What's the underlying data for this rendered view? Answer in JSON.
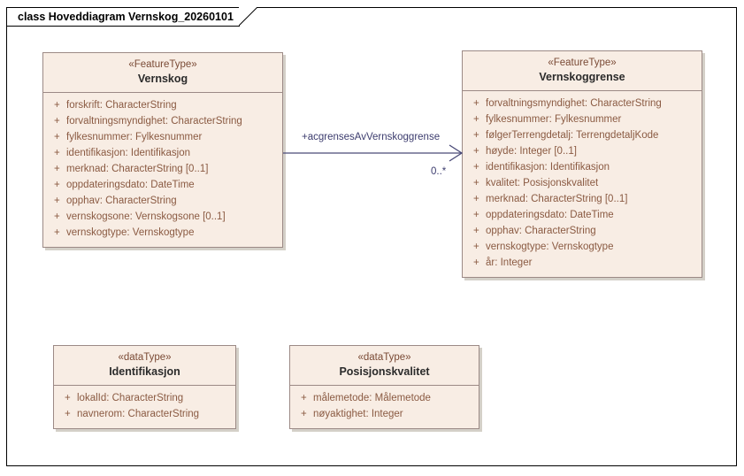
{
  "diagram": {
    "title": "class Hoveddiagram Vernskog_20260101",
    "colors": {
      "class_fill": "#f8ede4",
      "class_border": "#9c8a86",
      "stereotype_text": "#7a4a35",
      "attribute_text": "#8a5a42",
      "connector": "#4a4a78"
    }
  },
  "classes": [
    {
      "id": "vernskog",
      "stereotype": "«FeatureType»",
      "name": "Vernskog",
      "attributes": [
        {
          "visibility": "+",
          "text": "forskrift: CharacterString"
        },
        {
          "visibility": "+",
          "text": "forvaltningsmyndighet: CharacterString"
        },
        {
          "visibility": "+",
          "text": "fylkesnummer: Fylkesnummer"
        },
        {
          "visibility": "+",
          "text": "identifikasjon: Identifikasjon"
        },
        {
          "visibility": "+",
          "text": "merknad: CharacterString [0..1]"
        },
        {
          "visibility": "+",
          "text": "oppdateringsdato: DateTime"
        },
        {
          "visibility": "+",
          "text": "opphav: CharacterString"
        },
        {
          "visibility": "+",
          "text": "vernskogsone: Vernskogsone [0..1]"
        },
        {
          "visibility": "+",
          "text": "vernskogtype: Vernskogtype"
        }
      ]
    },
    {
      "id": "vernskoggrense",
      "stereotype": "«FeatureType»",
      "name": "Vernskoggrense",
      "attributes": [
        {
          "visibility": "+",
          "text": "forvaltningsmyndighet: CharacterString"
        },
        {
          "visibility": "+",
          "text": "fylkesnummer: Fylkesnummer"
        },
        {
          "visibility": "+",
          "text": "følgerTerrengdetalj: TerrengdetaljKode"
        },
        {
          "visibility": "+",
          "text": "høyde: Integer [0..1]"
        },
        {
          "visibility": "+",
          "text": "identifikasjon: Identifikasjon"
        },
        {
          "visibility": "+",
          "text": "kvalitet: Posisjonskvalitet"
        },
        {
          "visibility": "+",
          "text": "merknad: CharacterString [0..1]"
        },
        {
          "visibility": "+",
          "text": "oppdateringsdato: DateTime"
        },
        {
          "visibility": "+",
          "text": "opphav: CharacterString"
        },
        {
          "visibility": "+",
          "text": "vernskogtype: Vernskogtype"
        },
        {
          "visibility": "+",
          "text": "år: Integer"
        }
      ]
    },
    {
      "id": "identifikasjon",
      "stereotype": "«dataType»",
      "name": "Identifikasjon",
      "attributes": [
        {
          "visibility": "+",
          "text": "lokalId: CharacterString"
        },
        {
          "visibility": "+",
          "text": "navnerom: CharacterString"
        }
      ]
    },
    {
      "id": "posisjonskvalitet",
      "stereotype": "«dataType»",
      "name": "Posisjonskvalitet",
      "attributes": [
        {
          "visibility": "+",
          "text": "målemetode: Målemetode"
        },
        {
          "visibility": "+",
          "text": "nøyaktighet: Integer"
        }
      ]
    }
  ],
  "association": {
    "role_label": "+acgrensesAvVernskoggrense",
    "multiplicity": "0..*",
    "source": "Vernskog",
    "target": "Vernskoggrense",
    "arrow": "open-arrow-right"
  }
}
